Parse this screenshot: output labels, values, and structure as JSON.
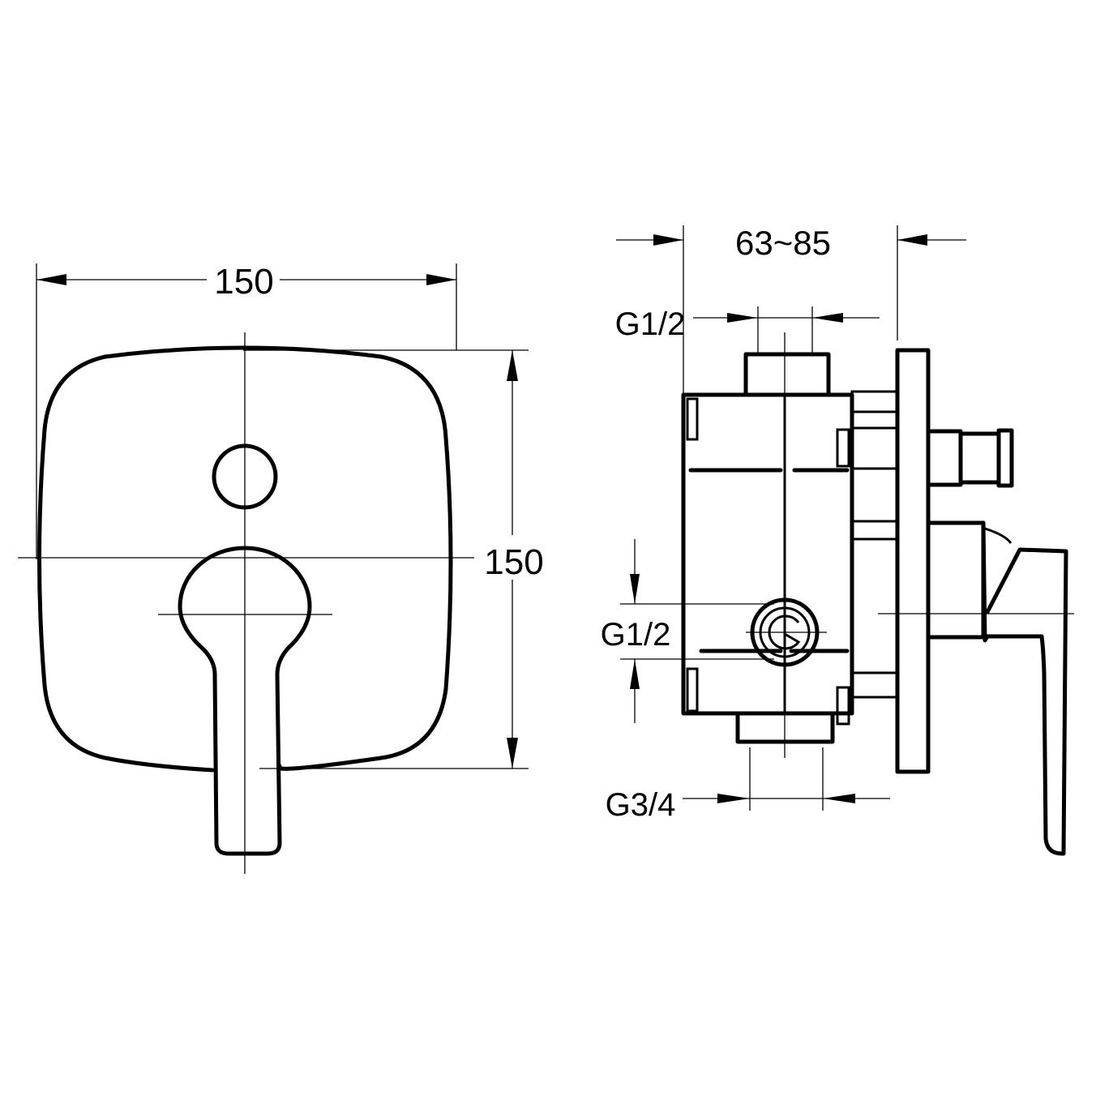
{
  "front_view": {
    "width_label": "150",
    "height_label": "150"
  },
  "side_view": {
    "depth_label": "63~85",
    "top_inlet_label": "G1/2",
    "side_inlet_label": "G1/2",
    "bottom_outlet_label": "G3/4"
  }
}
